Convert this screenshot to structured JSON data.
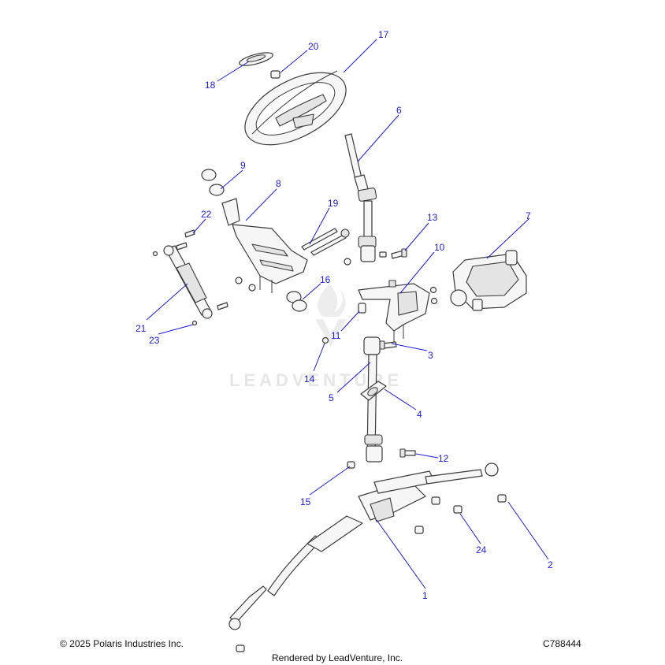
{
  "watermark": "LEADVENTURE",
  "footer": {
    "copyright": "© 2025 Polaris Industries Inc.",
    "drawing_id": "C788444",
    "rendered_by": "Rendered by LeadVenture, Inc."
  },
  "callouts": {
    "c1": "1",
    "c2": "2",
    "c3": "3",
    "c4": "4",
    "c5": "5",
    "c6": "6",
    "c7": "7",
    "c8": "8",
    "c9": "9",
    "c10": "10",
    "c11": "11",
    "c12": "12",
    "c13": "13",
    "c14": "14",
    "c15": "15",
    "c16": "16",
    "c17": "17",
    "c18": "18",
    "c19": "19",
    "c20": "20",
    "c21": "21",
    "c22": "22",
    "c23": "23",
    "c24": "24"
  },
  "colors": {
    "callout": "#1b1bd6",
    "line": "#3a3a3a"
  }
}
